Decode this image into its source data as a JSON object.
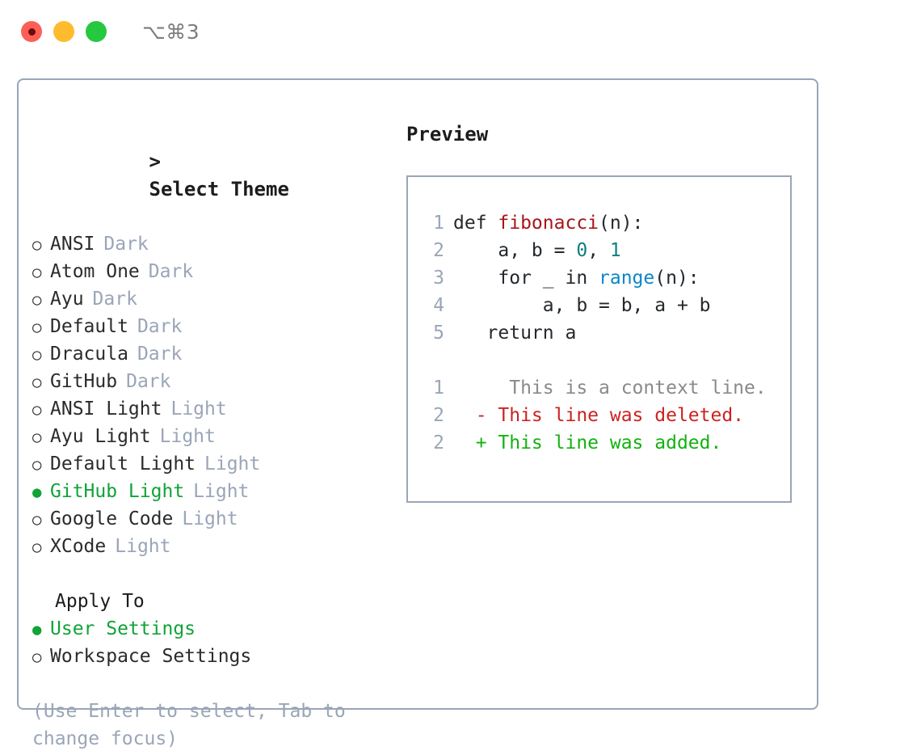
{
  "titlebar": {
    "shortcut": "⌥⌘3",
    "window_buttons": [
      "close",
      "minimize",
      "maximize"
    ]
  },
  "theme_panel": {
    "heading": "Select Theme",
    "caret": ">",
    "bullet_off": "○",
    "bullet_on": "●",
    "themes": [
      {
        "name": "ANSI",
        "tag": "Dark",
        "selected": false
      },
      {
        "name": "Atom One",
        "tag": "Dark",
        "selected": false
      },
      {
        "name": "Ayu",
        "tag": "Dark",
        "selected": false
      },
      {
        "name": "Default",
        "tag": "Dark",
        "selected": false
      },
      {
        "name": "Dracula",
        "tag": "Dark",
        "selected": false
      },
      {
        "name": "GitHub",
        "tag": "Dark",
        "selected": false
      },
      {
        "name": "ANSI Light",
        "tag": "Light",
        "selected": false
      },
      {
        "name": "Ayu Light",
        "tag": "Light",
        "selected": false
      },
      {
        "name": "Default Light",
        "tag": "Light",
        "selected": false
      },
      {
        "name": "GitHub Light",
        "tag": "Light",
        "selected": true
      },
      {
        "name": "Google Code",
        "tag": "Light",
        "selected": false
      },
      {
        "name": "XCode",
        "tag": "Light",
        "selected": false
      }
    ]
  },
  "apply_to": {
    "heading": "Apply To",
    "options": [
      {
        "name": "User Settings",
        "selected": true
      },
      {
        "name": "Workspace Settings",
        "selected": false
      }
    ]
  },
  "hint": "(Use Enter to select, Tab to change focus)",
  "preview": {
    "title": "Preview",
    "code_lines": [
      {
        "no": "1",
        "segments": [
          {
            "t": "def ",
            "c": "plain"
          },
          {
            "t": "fibonacci",
            "c": "fn"
          },
          {
            "t": "(n):",
            "c": "plain"
          }
        ]
      },
      {
        "no": "2",
        "segments": [
          {
            "t": "    a, b = ",
            "c": "plain"
          },
          {
            "t": "0",
            "c": "num"
          },
          {
            "t": ", ",
            "c": "plain"
          },
          {
            "t": "1",
            "c": "num"
          }
        ]
      },
      {
        "no": "3",
        "segments": [
          {
            "t": "    for _ in ",
            "c": "plain"
          },
          {
            "t": "range",
            "c": "call"
          },
          {
            "t": "(n):",
            "c": "plain"
          }
        ]
      },
      {
        "no": "4",
        "segments": [
          {
            "t": "        a, b = b, a + b",
            "c": "plain"
          }
        ]
      },
      {
        "no": "5",
        "segments": [
          {
            "t": "   return a",
            "c": "plain"
          }
        ]
      }
    ],
    "diff_lines": [
      {
        "no": "1",
        "marker": " ",
        "text": "  This is a context line.",
        "kind": "ctx"
      },
      {
        "no": "2",
        "marker": "-",
        "text": " This line was deleted.",
        "kind": "del"
      },
      {
        "no": "2",
        "marker": "+",
        "text": " This line was added.",
        "kind": "add"
      }
    ]
  },
  "colors": {
    "accent_green": "#10a338",
    "muted": "#9aa5b8",
    "border": "#9aa5b8",
    "text": "#2b2b2b",
    "fn_red": "#a7151b",
    "num_teal": "#0c7f80",
    "call_blue": "#0b87c9",
    "diff_del": "#cc2222",
    "diff_add": "#12b211",
    "diff_ctx": "#8a8a8a"
  }
}
